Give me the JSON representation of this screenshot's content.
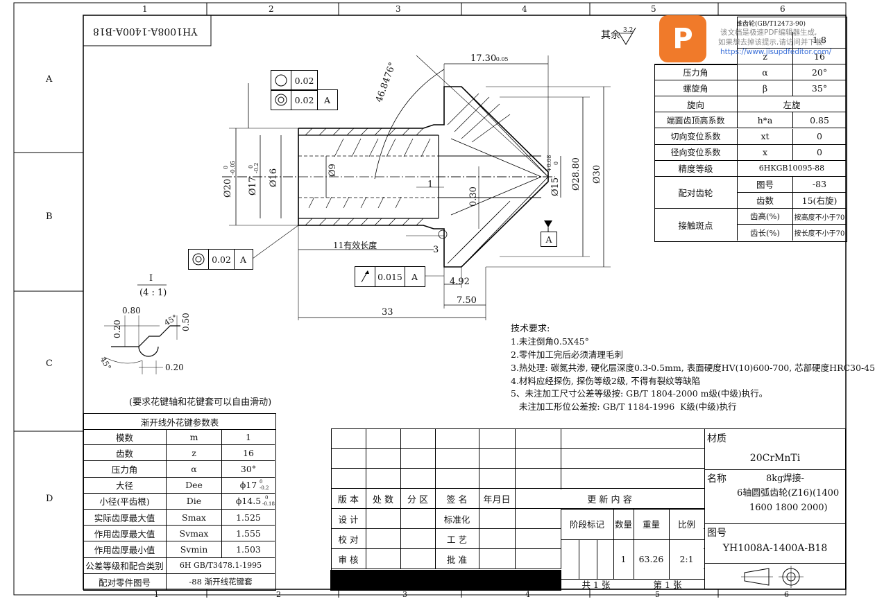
{
  "frame": {
    "col_labels": [
      "1",
      "2",
      "3",
      "4",
      "5",
      "6"
    ],
    "row_labels": [
      "A",
      "B",
      "C",
      "D"
    ]
  },
  "mirrored_code": "YH1008A-1400A-B18",
  "roughness_note": "其余",
  "roughness_value": "3.2",
  "feature_frames": {
    "frame1_value": "0.02",
    "frame2_value": "0.02",
    "frame2_datum": "A",
    "frame3_value": "0.02",
    "frame3_datum": "A",
    "runout_value": "0.015",
    "runout_datum": "A",
    "datum_marker": "A"
  },
  "dimensions": {
    "top_len": "17.30",
    "top_len_tol": "-0.05",
    "angle": "46.8476°",
    "d20": "Ø20",
    "d20_tol_top": "0",
    "d20_tol_bot": "-0.05",
    "d17": "Ø17",
    "d17_tol_top": "0",
    "d17_tol_bot": "-0.2",
    "d16": "Ø16",
    "d9": "Ø9",
    "d15": "Ø15",
    "d15_tol_top": "+0.08",
    "d15_tol_bot": "0",
    "d28": "Ø28.80",
    "d30": "Ø30",
    "dim_1": "1",
    "dim_030": "0.30",
    "dim_3": "3",
    "eff_len": "11有效长度",
    "dim_492": "4.92",
    "dim_750": "7.50",
    "dim_33": "33"
  },
  "detail": {
    "label": "I",
    "scale": "(4 : 1)",
    "d080": "0.80",
    "d020a": "0.20",
    "d45a": "45°",
    "d050": "0.50",
    "d45b": "45°",
    "d020b": "0.20"
  },
  "spline_note": "(要求花键轴和花键套可以自由滑动)",
  "spline_table": {
    "title": "渐开线外花键参数表",
    "rows": [
      {
        "name": "模数",
        "sym": "m",
        "val": "1"
      },
      {
        "name": "齿数",
        "sym": "z",
        "val": "16"
      },
      {
        "name": "压力角",
        "sym": "α",
        "val": "30°"
      },
      {
        "name": "大径",
        "sym": "Dee",
        "val": "ϕ17"
      },
      {
        "name": "小径(平齿根)",
        "sym": "Die",
        "val": "ϕ14.5"
      },
      {
        "name": "实际齿厚最大值",
        "sym": "Smax",
        "val": "1.525"
      },
      {
        "name": "作用齿厚最大值",
        "sym": "Svmax",
        "val": "1.555"
      },
      {
        "name": "作用齿厚最小值",
        "sym": "Svmin",
        "val": "1.503"
      }
    ],
    "tolerance_label": "公差等级和配合类别",
    "tolerance_value": "6H GB/T3478.1-1995",
    "mating_label": "配对零件图号",
    "mating_value": "-88 渐开线花键套",
    "dee_tol_top": "0",
    "dee_tol_bot": "-0.2",
    "die_tol_top": "0",
    "die_tol_bot": "-0.18"
  },
  "tech_req": {
    "title": "技术要求:",
    "lines": [
      "1.未注倒角0.5X45°",
      "2.零件加工完后必须清理毛刺",
      "3.热处理: 碳氮共渗, 硬化层深度0.3-0.5mm, 表面硬度HV(10)600-700, 芯部硬度HRC30-45",
      "4.材料应经探伤, 探伤等级2级, 不得有裂纹等缺陷",
      "5、未注加工尺寸公差等级按: GB/T 1804-2000  m级(中级)执行。",
      "   未注加工形位公差按: GB/T 1184-1996  K级(中级)执行"
    ]
  },
  "gear_table": {
    "title": "格里森圆弧锥齿轮(GB/T12473-90)",
    "rows": [
      {
        "name": "",
        "sym": "",
        "val": "1.8"
      },
      {
        "name": "",
        "sym": "z",
        "val": "16"
      },
      {
        "name": "压力角",
        "sym": "α",
        "val": "20°"
      },
      {
        "name": "螺旋角",
        "sym": "β",
        "val": "35°"
      },
      {
        "name": "旋向",
        "sym": "",
        "val": "左旋"
      },
      {
        "name": "端面齿顶高系数",
        "sym": "h*a",
        "val": "0.85"
      },
      {
        "name": "切向变位系数",
        "sym": "xt",
        "val": "0"
      },
      {
        "name": "径向变位系数",
        "sym": "x",
        "val": "0"
      },
      {
        "name": "精度等级",
        "sym": "",
        "val": "6HKGB10095-88"
      }
    ],
    "mate_label": "配对齿轮",
    "mate_rows": [
      {
        "key": "图号",
        "val": "-83"
      },
      {
        "key": "齿数",
        "val": "15(右旋)"
      }
    ],
    "contact_label": "接触斑点",
    "contact_rows": [
      {
        "key": "齿高(%)",
        "val": "按高度不小于70"
      },
      {
        "key": "齿长(%)",
        "val": "按长度不小于70"
      }
    ]
  },
  "title_block": {
    "rev_headers": [
      "版 本",
      "处 数",
      "分 区",
      "签 名",
      "年月日",
      "更 新 内 容"
    ],
    "design": "设 计",
    "standard": "标准化",
    "check": "校 对",
    "process": "工 艺",
    "review": "审 核",
    "approve": "批 准",
    "stage": "阶段标记",
    "qty": "数量",
    "weight": "重量",
    "ratio": "比例",
    "qty_val": "1",
    "weight_val": "63.26",
    "ratio_val": "2:1",
    "total_sheets": "共 1 张",
    "sheet_no": "第 1 张",
    "material_label": "材质",
    "material": "20CrMnTi",
    "name_label": "名称",
    "name_line1": "8kg焊接-",
    "name_line2": "6轴圆弧齿轮(Z16)(1400",
    "name_line3": "1600 1800 2000)",
    "drawing_no_label": "图号",
    "drawing_no": "YH1008A-1400A-B18"
  },
  "watermark": {
    "logo_letter": "P",
    "line1": "该文档是极速PDF编辑器生成,",
    "line2": "如果想去掉该提示,请访问并下载:",
    "line3": "https://www.jisupdfeditor.com/"
  }
}
